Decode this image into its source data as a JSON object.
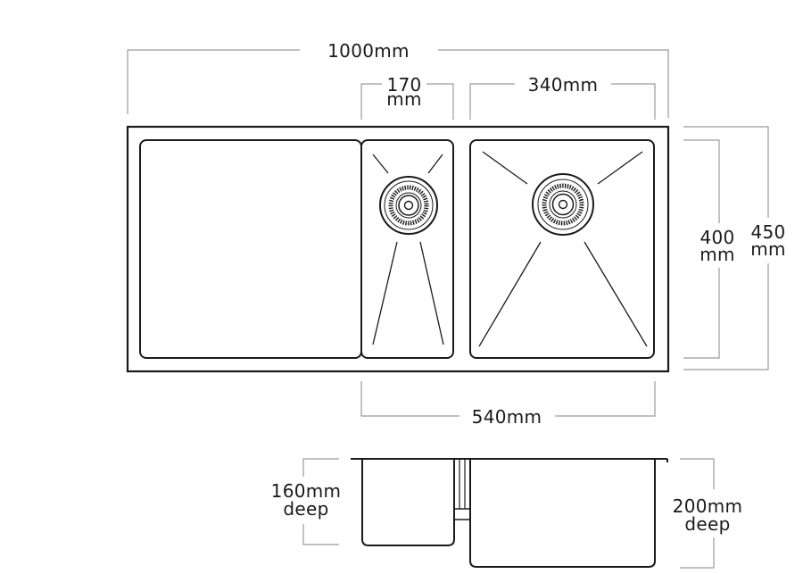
{
  "dimensions": {
    "overall_width": "1000mm",
    "small_bowl_width_value": "170",
    "small_bowl_width_unit": "mm",
    "large_bowl_width": "340mm",
    "inner_height_value": "400",
    "inner_height_unit": "mm",
    "outer_height_value": "450",
    "outer_height_unit": "mm",
    "bowls_combined_width": "540mm",
    "small_bowl_depth_value": "160mm",
    "small_bowl_depth_label": "deep",
    "large_bowl_depth_value": "200mm",
    "large_bowl_depth_label": "deep"
  },
  "colors": {
    "outline": "#1a1a1a",
    "dimension_line": "#9a9a9a"
  }
}
